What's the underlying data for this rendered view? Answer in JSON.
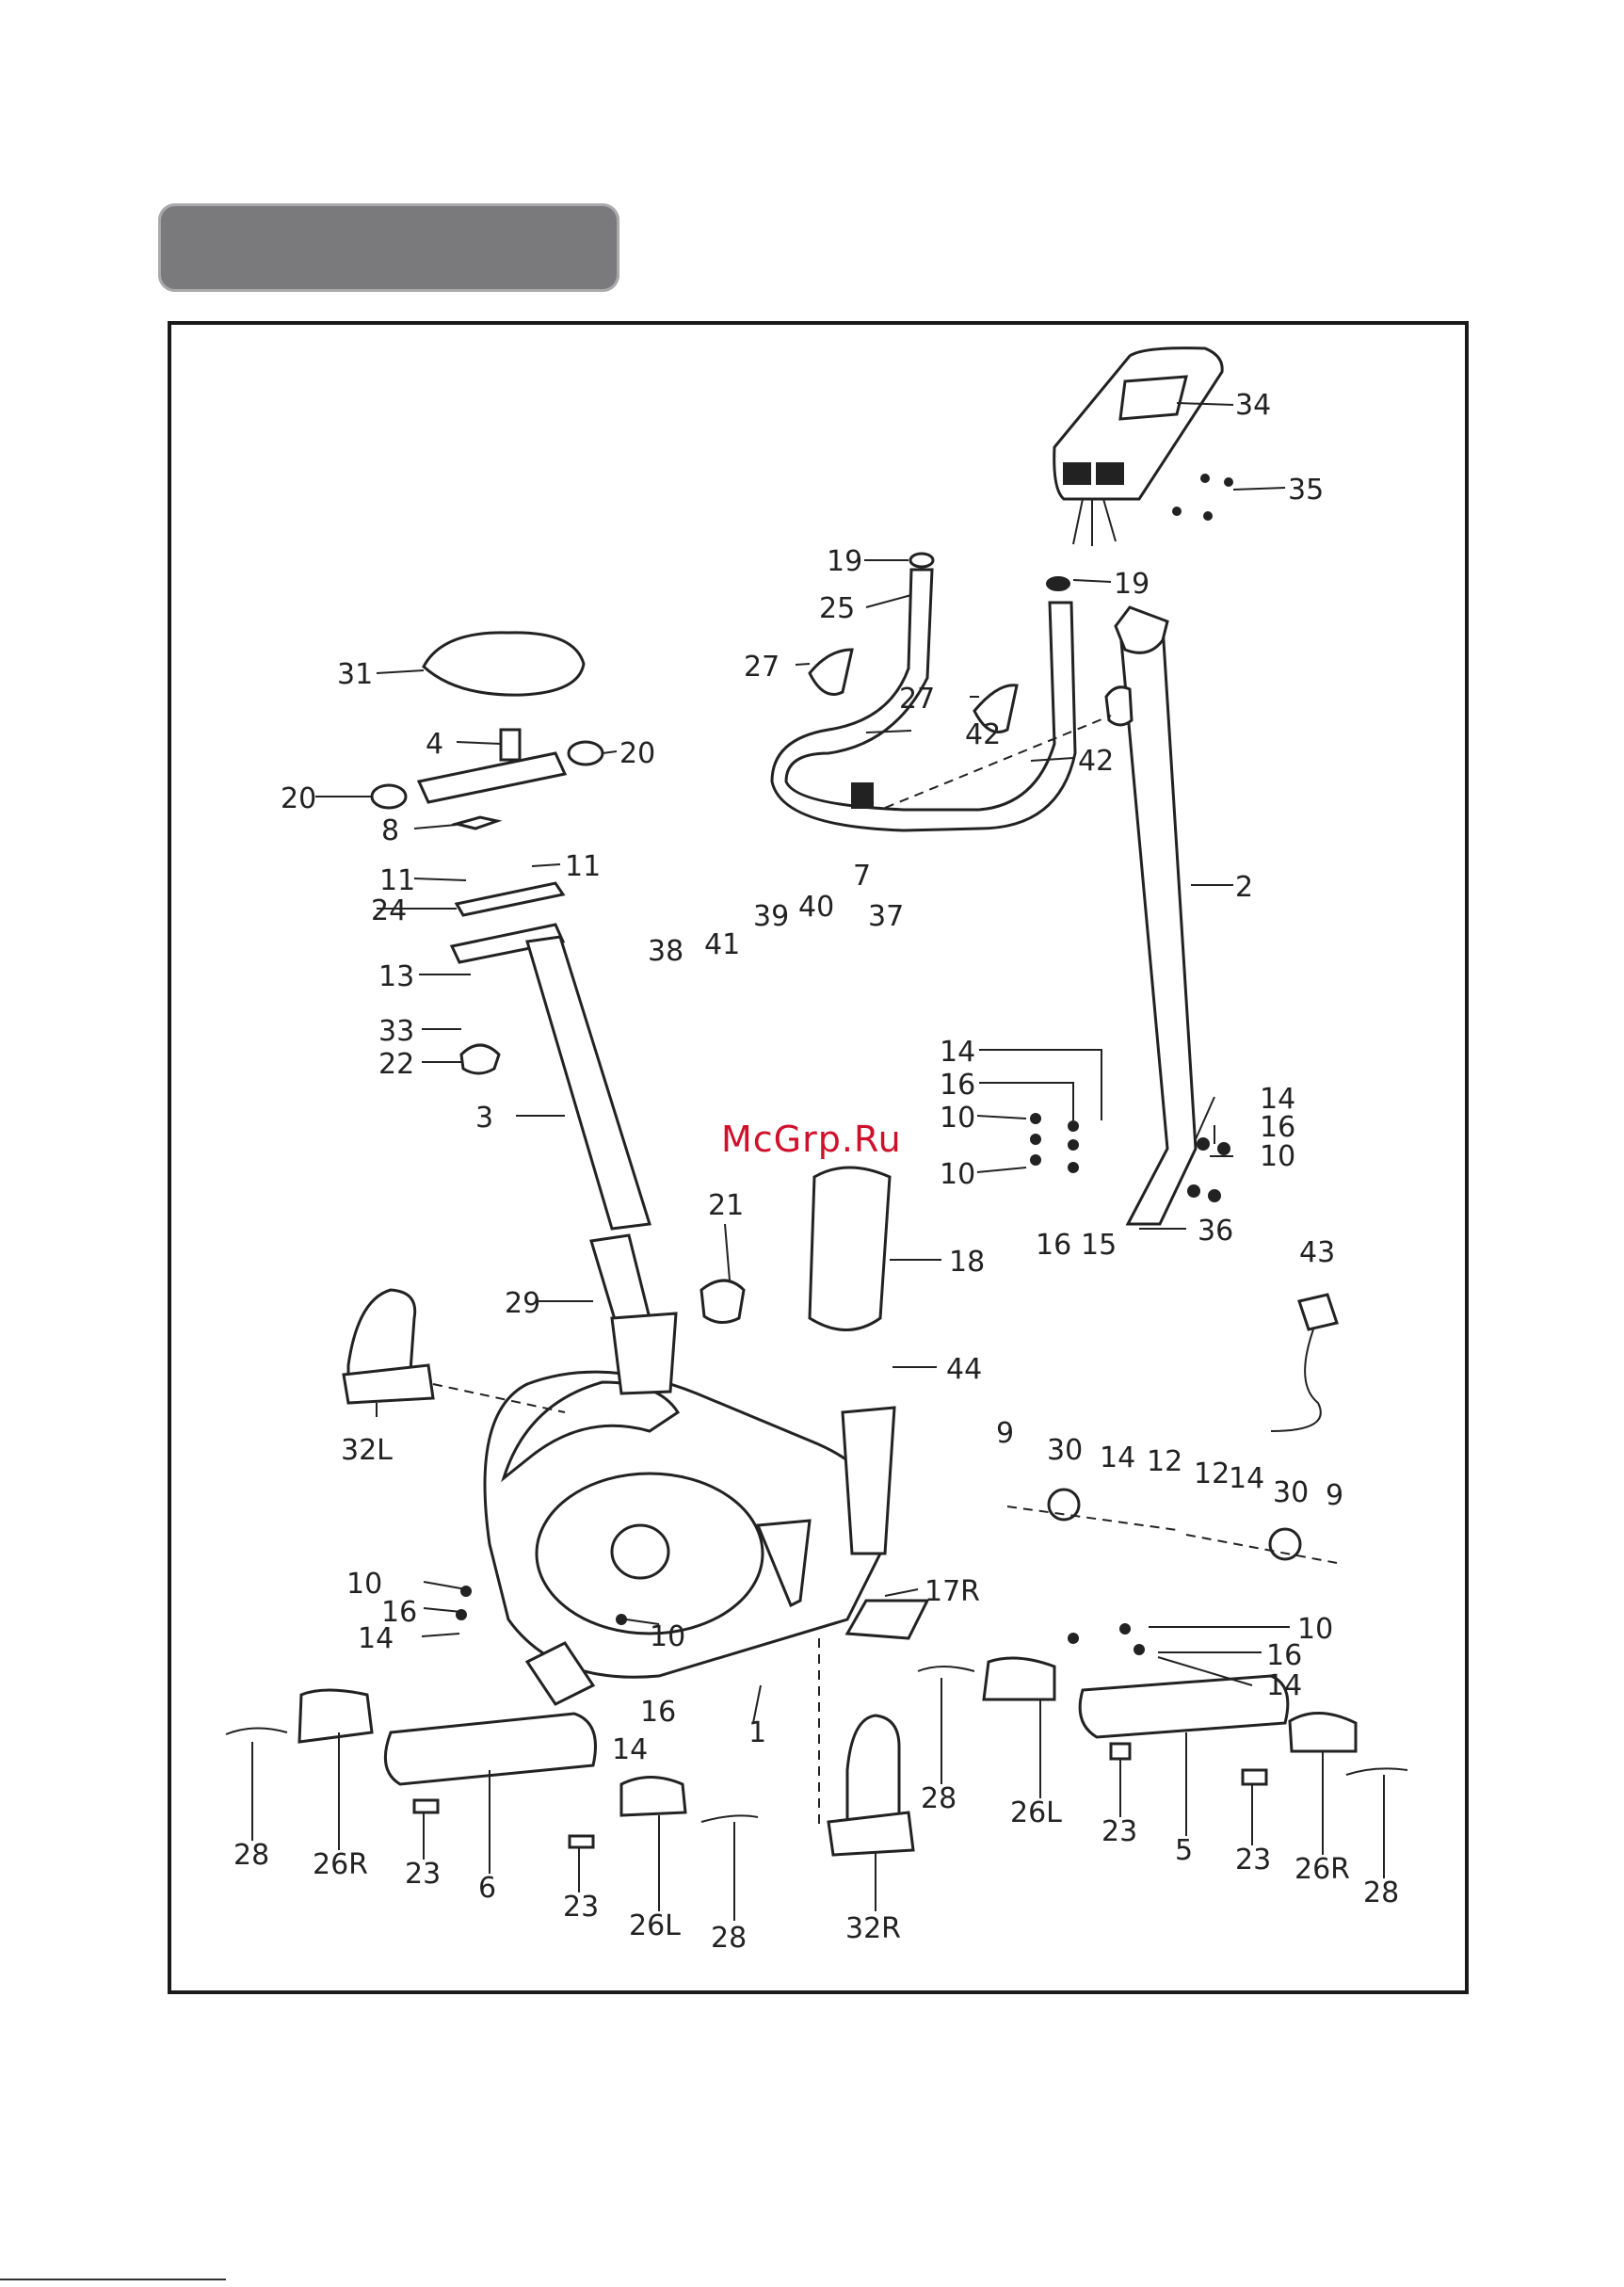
{
  "watermark": "McGrp.Ru",
  "labels": {
    "l34": "34",
    "l35": "35",
    "l19a": "19",
    "l19b": "19",
    "l25": "25",
    "l27a": "27",
    "l27b": "27",
    "l42a": "42",
    "l42b": "42",
    "l31": "31",
    "l4": "4",
    "l20a": "20",
    "l20b": "20",
    "l8": "8",
    "l11a": "11",
    "l11b": "11",
    "l24": "24",
    "l13": "13",
    "l33": "33",
    "l22": "22",
    "l3": "3",
    "l38": "38",
    "l41": "41",
    "l39": "39",
    "l40": "40",
    "l7": "7",
    "l37": "37",
    "l2": "2",
    "l14a": "14",
    "l16a": "16",
    "l10a": "10",
    "l10b": "10",
    "l14b": "14",
    "l16b": "16",
    "l10c": "10",
    "l16c": "16",
    "l15": "15",
    "l36": "36",
    "l21": "21",
    "l18": "18",
    "l29": "29",
    "l43": "43",
    "l44": "44",
    "l32L": "32L",
    "l9a": "9",
    "l30a": "30",
    "l14c": "14",
    "l12a": "12",
    "l12b": "12",
    "l14d": "14",
    "l30b": "30",
    "l9b": "9",
    "l17R": "17R",
    "l10d": "10",
    "l16d": "16",
    "l14e": "14",
    "l10e": "10",
    "l16e": "16",
    "l14f": "14",
    "l1": "1",
    "l10f": "10",
    "l16f": "16",
    "l14g": "14",
    "l28a": "28",
    "l26Ra": "26R",
    "l23a": "23",
    "l6": "6",
    "l23b": "23",
    "l26La": "26L",
    "l28b": "28",
    "l32R": "32R",
    "l28c": "28",
    "l26Lb": "26L",
    "l23c": "23",
    "l5": "5",
    "l23d": "23",
    "l26Rb": "26R",
    "l28d": "28"
  }
}
